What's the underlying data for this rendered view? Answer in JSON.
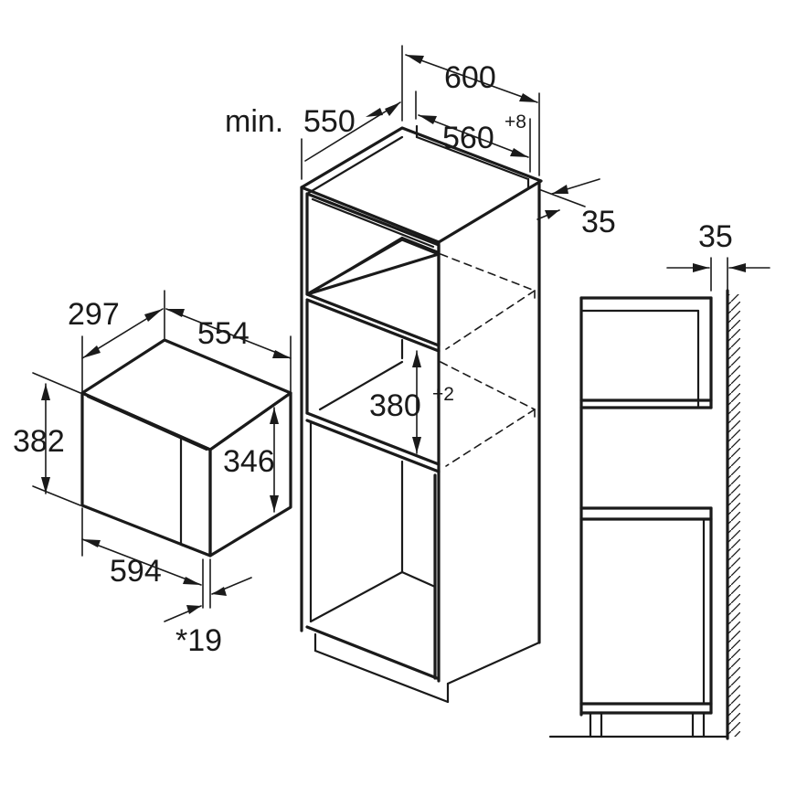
{
  "dimensions": {
    "niche_depth_prefix": "min.",
    "niche_depth": "550",
    "cabinet_width": "600",
    "niche_width": "560",
    "niche_width_tol": "+8",
    "front_offset": "35",
    "side_offset": "35",
    "niche_height": "380",
    "niche_height_tol": "+2",
    "device_depth": "297",
    "device_inner_width": "554",
    "device_height": "382",
    "device_inner_height": "346",
    "device_width": "594",
    "frame_note": "*19"
  }
}
